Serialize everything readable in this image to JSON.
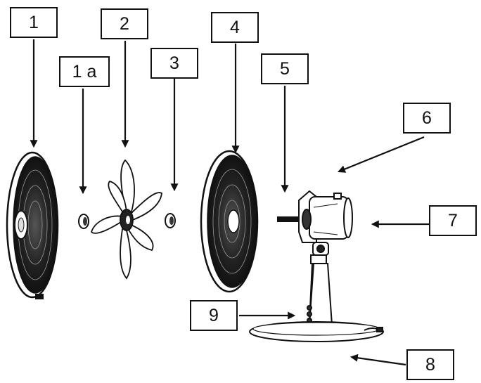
{
  "labels": {
    "l1": "1",
    "l1a": "1 a",
    "l2": "2",
    "l3": "3",
    "l4": "4",
    "l5": "5",
    "l6": "6",
    "l7": "7",
    "l8": "8",
    "l9": "9"
  },
  "colors": {
    "ink": "#111111",
    "paper": "#ffffff"
  },
  "icons": {
    "front_grille": "front-grille-icon",
    "spinner_cap": "spinner-cap-icon",
    "fan_blade": "fan-blade-icon",
    "blade_nut": "blade-nut-icon",
    "rear_grille": "rear-grille-icon",
    "motor_housing": "motor-housing-icon",
    "stand": "stand-icon"
  }
}
